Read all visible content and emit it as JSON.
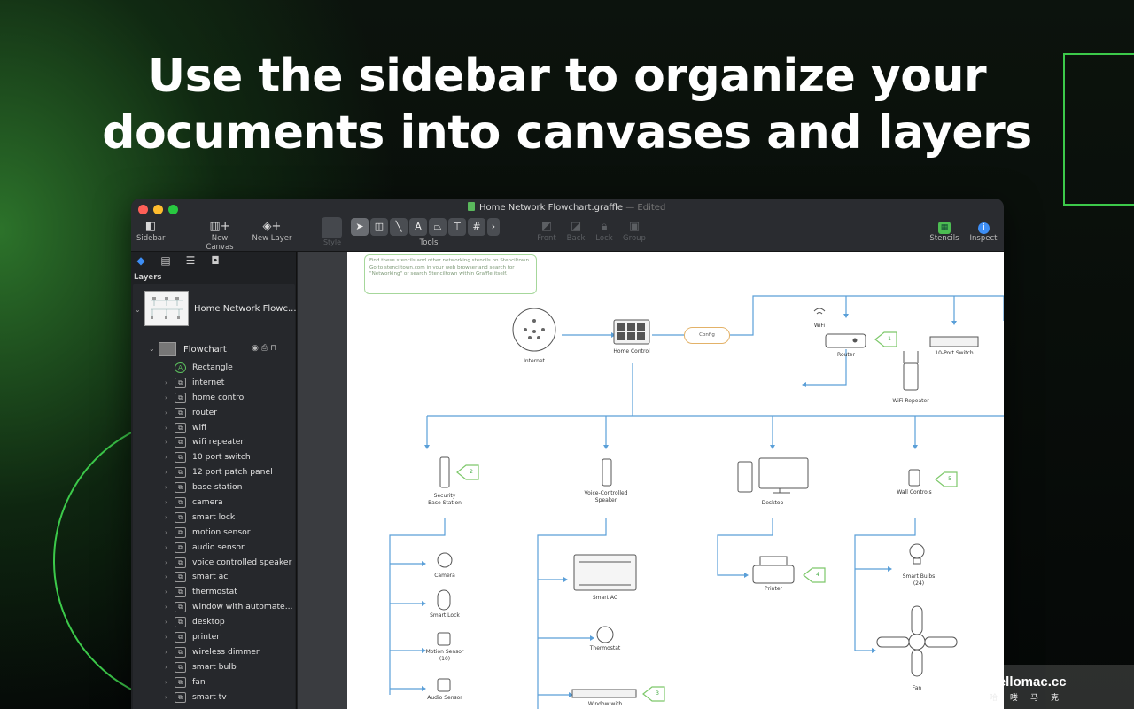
{
  "headline": {
    "line1": "Use the sidebar to organize your",
    "line2": "documents into canvases and layers"
  },
  "window": {
    "title": "Home Network Flowchart.graffle",
    "status": "— Edited"
  },
  "toolbar": {
    "sidebar": "Sidebar",
    "new_canvas": "New Canvas",
    "new_layer": "New Layer",
    "style": "Style",
    "tools": "Tools",
    "front": "Front",
    "back": "Back",
    "lock": "Lock",
    "group": "Group",
    "stencils": "Stencils",
    "inspect": "Inspect"
  },
  "sidebar": {
    "section_label": "Layers",
    "canvas_name": "Home Network Flowc...",
    "layer_name": "Flowchart",
    "items": [
      "Rectangle",
      "internet",
      "home control",
      "router",
      "wifi",
      "wifi repeater",
      "10 port switch",
      "12 port patch panel",
      "base station",
      "camera",
      "smart lock",
      "motion sensor",
      "audio sensor",
      "voice controlled speaker",
      "smart ac",
      "thermostat",
      "window with automate...",
      "desktop",
      "printer",
      "wireless dimmer",
      "smart bulb",
      "fan",
      "smart tv"
    ],
    "first_item_glyph": "A"
  },
  "canvas": {
    "note": "Find these stencils and other networking stencils on Stenciltown. Go to stenciltown.com in your web browser and search for \"Networking\" or search Stenciltown within Graffle itself.",
    "config": "Config",
    "labels": {
      "internet": "Internet",
      "home_control": "Home Control",
      "wifi": "WiFi",
      "router": "Router",
      "switch": "10-Port Switch",
      "repeater": "WiFi Repeater",
      "security1": "Security",
      "security2": "Base Station",
      "speaker1": "Voice-Controlled",
      "speaker2": "Speaker",
      "desktop": "Desktop",
      "wall": "Wall Controls",
      "camera": "Camera",
      "lock": "Smart Lock",
      "motion1": "Motion Sensor",
      "motion2": "(10)",
      "audio": "Audio Sensor",
      "ac": "Smart AC",
      "thermostat": "Thermostat",
      "window": "Window with",
      "printer": "Printer",
      "bulbs1": "Smart Bulbs",
      "bulbs2": "(24)",
      "fan": "Fan"
    },
    "badges": [
      "1",
      "2",
      "3",
      "4",
      "5"
    ]
  },
  "brand": {
    "name": "Hellomac.cc",
    "sub": "哈喽马克"
  },
  "colors": {
    "accent_green": "#3cc94a",
    "connector_blue": "#5a9fd8",
    "badge_green": "#7dc86a",
    "selected_tab": "#3d8ef5"
  }
}
